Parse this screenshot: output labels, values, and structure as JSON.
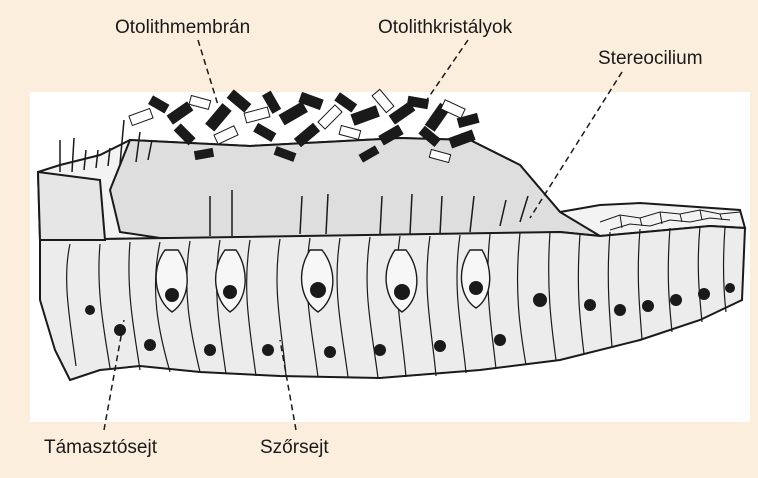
{
  "labels": {
    "otolith_membrane": "Otolithmembrán",
    "otolith_crystals": "Otolithkristályok",
    "stereocilium": "Stereocilium",
    "supporting_cell": "Támasztósejt",
    "hair_cell": "Szőrsejt"
  },
  "colors": {
    "background": "#fbeedd",
    "panel": "#ffffff",
    "ink": "#1a1a1a",
    "tissue": "#ededed",
    "membrane": "#d9d9d9"
  }
}
